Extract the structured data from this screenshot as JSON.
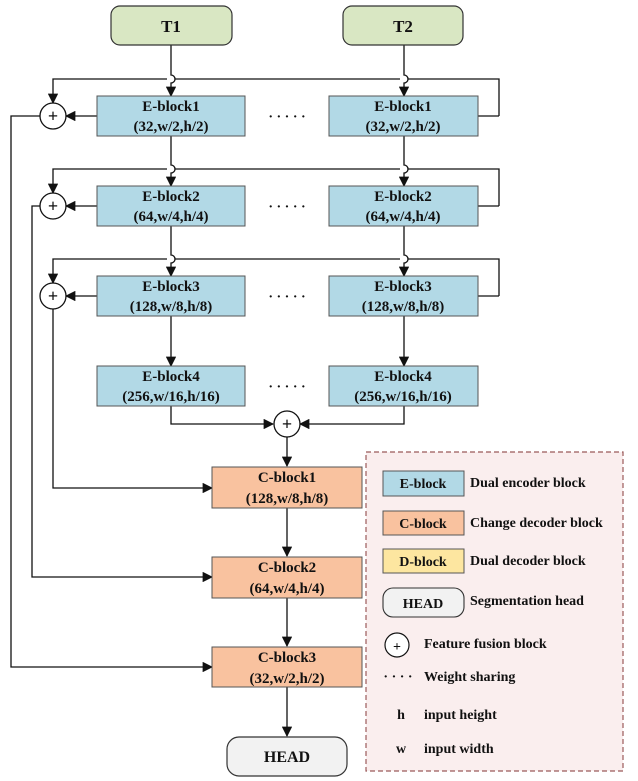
{
  "inputs": {
    "t1": "T1",
    "t2": "T2"
  },
  "encoder": [
    {
      "name": "E-block1",
      "dims": "(32,w/2,h/2)"
    },
    {
      "name": "E-block2",
      "dims": "(64,w/4,h/4)"
    },
    {
      "name": "E-block3",
      "dims": "(128,w/8,h/8)"
    },
    {
      "name": "E-block4",
      "dims": "(256,w/16,h/16)"
    }
  ],
  "decoder": [
    {
      "name": "C-block1",
      "dims": "(128,w/8,h/8)"
    },
    {
      "name": "C-block2",
      "dims": "(64,w/4,h/4)"
    },
    {
      "name": "C-block3",
      "dims": "(32,w/2,h/2)"
    }
  ],
  "head": "HEAD",
  "fusion_symbol": "+",
  "weight_sharing_dots": "· · · · ·",
  "legend": {
    "e_block": {
      "key": "E-block",
      "desc": "Dual encoder block"
    },
    "c_block": {
      "key": "C-block",
      "desc": "Change decoder block"
    },
    "d_block": {
      "key": "D-block",
      "desc": "Dual decoder block"
    },
    "head": {
      "key": "HEAD",
      "desc": "Segmentation head"
    },
    "fusion": {
      "key": "+",
      "desc": "Feature fusion block"
    },
    "weight": {
      "key": "· · · ·",
      "desc": "Weight sharing"
    },
    "h": {
      "key": "h",
      "desc": "input height"
    },
    "w": {
      "key": "w",
      "desc": "input width"
    }
  },
  "colors": {
    "input_fill": "#d9e7c3",
    "encoder_fill": "#b2d9e6",
    "decoder_fill": "#f9c29f",
    "dblock_fill": "#fde6a0",
    "head_fill": "#f2f2f2",
    "legend_bg": "#faeeee",
    "legend_border": "#9b5a5a"
  }
}
